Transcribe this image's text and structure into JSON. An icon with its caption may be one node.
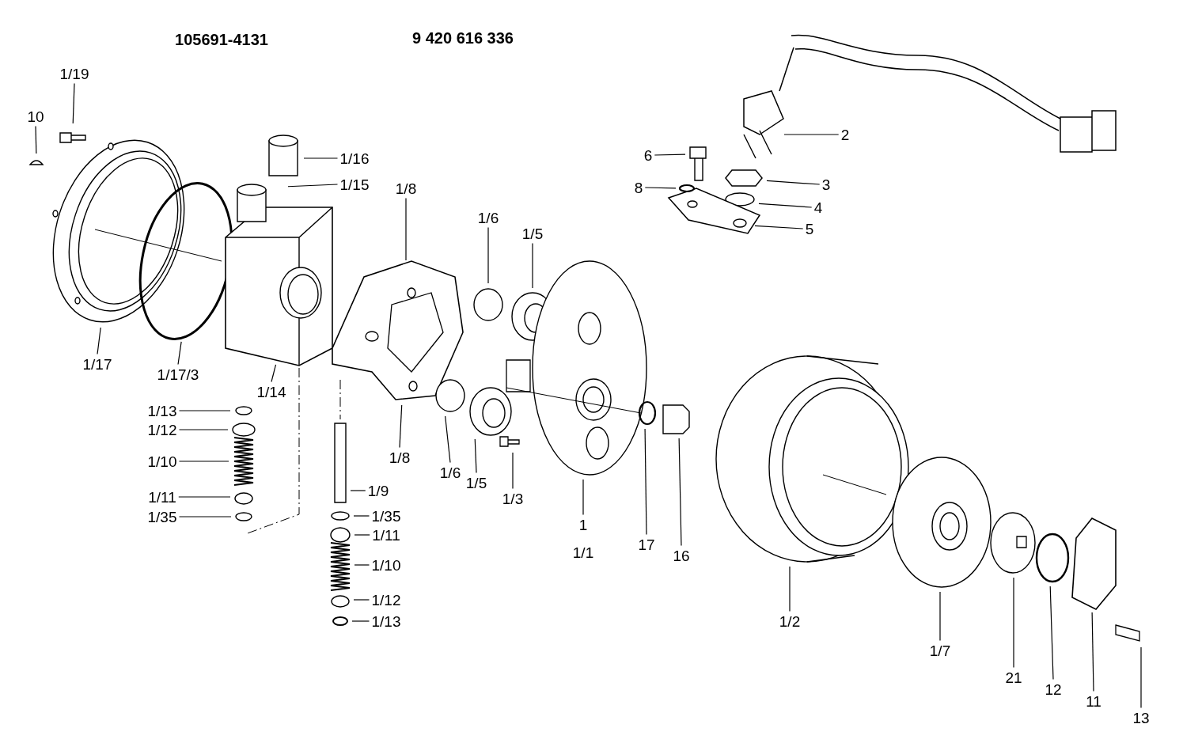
{
  "diagram": {
    "nodes": [
      {
        "text": [
          "1/19"
        ]
      },
      {
        "text": [
          "10"
        ]
      },
      {
        "text": [
          "1/16"
        ]
      },
      {
        "text": [
          "1/15"
        ]
      },
      {
        "text": [
          "1/8"
        ]
      },
      {
        "text": [
          "1/6"
        ]
      },
      {
        "text": [
          "1/5"
        ]
      },
      {
        "text": [
          "2"
        ]
      },
      {
        "text": [
          "6"
        ]
      },
      {
        "text": [
          "8"
        ]
      },
      {
        "text": [
          "3"
        ]
      },
      {
        "text": [
          "4"
        ]
      },
      {
        "text": [
          "5"
        ]
      },
      {
        "text": [
          "1/17"
        ]
      },
      {
        "text": [
          "1/17/3"
        ]
      },
      {
        "text": [
          "1/14"
        ]
      },
      {
        "text": [
          "1/13"
        ]
      },
      {
        "text": [
          "1/12"
        ]
      },
      {
        "text": [
          "1/10"
        ]
      },
      {
        "text": [
          "1/11"
        ]
      },
      {
        "text": [
          "1/35"
        ]
      },
      {
        "text": [
          "1/8"
        ]
      },
      {
        "text": [
          "1/6"
        ]
      },
      {
        "text": [
          "1/5"
        ]
      },
      {
        "text": [
          "1/3"
        ]
      },
      {
        "text": [
          "1"
        ]
      },
      {
        "text": [
          "17"
        ]
      },
      {
        "text": [
          "16"
        ]
      },
      {
        "text": [
          "1/9"
        ]
      },
      {
        "text": [
          "1/35"
        ]
      },
      {
        "text": [
          "1/11"
        ]
      },
      {
        "text": [
          "1/10"
        ]
      },
      {
        "text": [
          "1/12"
        ]
      },
      {
        "text": [
          "1/13"
        ]
      },
      {
        "text": [
          "1/2"
        ]
      },
      {
        "text": [
          "1/7"
        ]
      },
      {
        "text": [
          "21"
        ]
      },
      {
        "text": [
          "12"
        ]
      },
      {
        "text": [
          "11"
        ]
      },
      {
        "text": [
          "13"
        ]
      }
    ],
    "edges": [
      {
        "from": 0,
        "to": null,
        "arrow": "none"
      },
      {
        "from": 1,
        "to": null,
        "arrow": "none"
      },
      {
        "from": 2,
        "to": null,
        "arrow": "none"
      },
      {
        "from": 3,
        "to": null,
        "arrow": "none"
      },
      {
        "from": 4,
        "to": null,
        "arrow": "none"
      },
      {
        "from": 5,
        "to": null,
        "arrow": "none"
      },
      {
        "from": 6,
        "to": null,
        "arrow": "none"
      },
      {
        "from": 7,
        "to": null,
        "arrow": "none"
      },
      {
        "from": 8,
        "to": null,
        "arrow": "none"
      },
      {
        "from": 9,
        "to": null,
        "arrow": "none"
      },
      {
        "from": 10,
        "to": null,
        "arrow": "none"
      },
      {
        "from": 11,
        "to": null,
        "arrow": "none"
      },
      {
        "from": 12,
        "to": null,
        "arrow": "none"
      },
      {
        "from": 13,
        "to": null,
        "arrow": "none"
      },
      {
        "from": 14,
        "to": null,
        "arrow": "none"
      },
      {
        "from": 15,
        "to": null,
        "arrow": "none"
      },
      {
        "from": 16,
        "to": null,
        "arrow": "none"
      },
      {
        "from": 17,
        "to": null,
        "arrow": "none"
      },
      {
        "from": 18,
        "to": null,
        "arrow": "none"
      },
      {
        "from": 19,
        "to": null,
        "arrow": "none"
      },
      {
        "from": 20,
        "to": null,
        "arrow": "none"
      },
      {
        "from": 21,
        "to": null,
        "arrow": "none"
      },
      {
        "from": 22,
        "to": null,
        "arrow": "none"
      },
      {
        "from": 23,
        "to": null,
        "arrow": "none"
      },
      {
        "from": 24,
        "to": null,
        "arrow": "none"
      },
      {
        "from": 25,
        "to": null,
        "arrow": "none"
      },
      {
        "from": 26,
        "to": null,
        "arrow": "none"
      },
      {
        "from": 27,
        "to": null,
        "arrow": "none"
      },
      {
        "from": 28,
        "to": null,
        "arrow": "none"
      },
      {
        "from": 29,
        "to": null,
        "arrow": "none"
      },
      {
        "from": 30,
        "to": null,
        "arrow": "none"
      },
      {
        "from": 31,
        "to": null,
        "arrow": "none"
      },
      {
        "from": 32,
        "to": null,
        "arrow": "none"
      },
      {
        "from": 33,
        "to": null,
        "arrow": "none"
      },
      {
        "from": 34,
        "to": null,
        "arrow": "none"
      },
      {
        "from": 35,
        "to": null,
        "arrow": "none"
      },
      {
        "from": 36,
        "to": null,
        "arrow": "none"
      },
      {
        "from": 37,
        "to": null,
        "arrow": "none"
      },
      {
        "from": 38,
        "to": null,
        "arrow": "none"
      },
      {
        "from": 39,
        "to": null,
        "arrow": "none"
      }
    ],
    "labels": [
      "105691-4131",
      "9 420 616 336",
      "1/1"
    ]
  }
}
